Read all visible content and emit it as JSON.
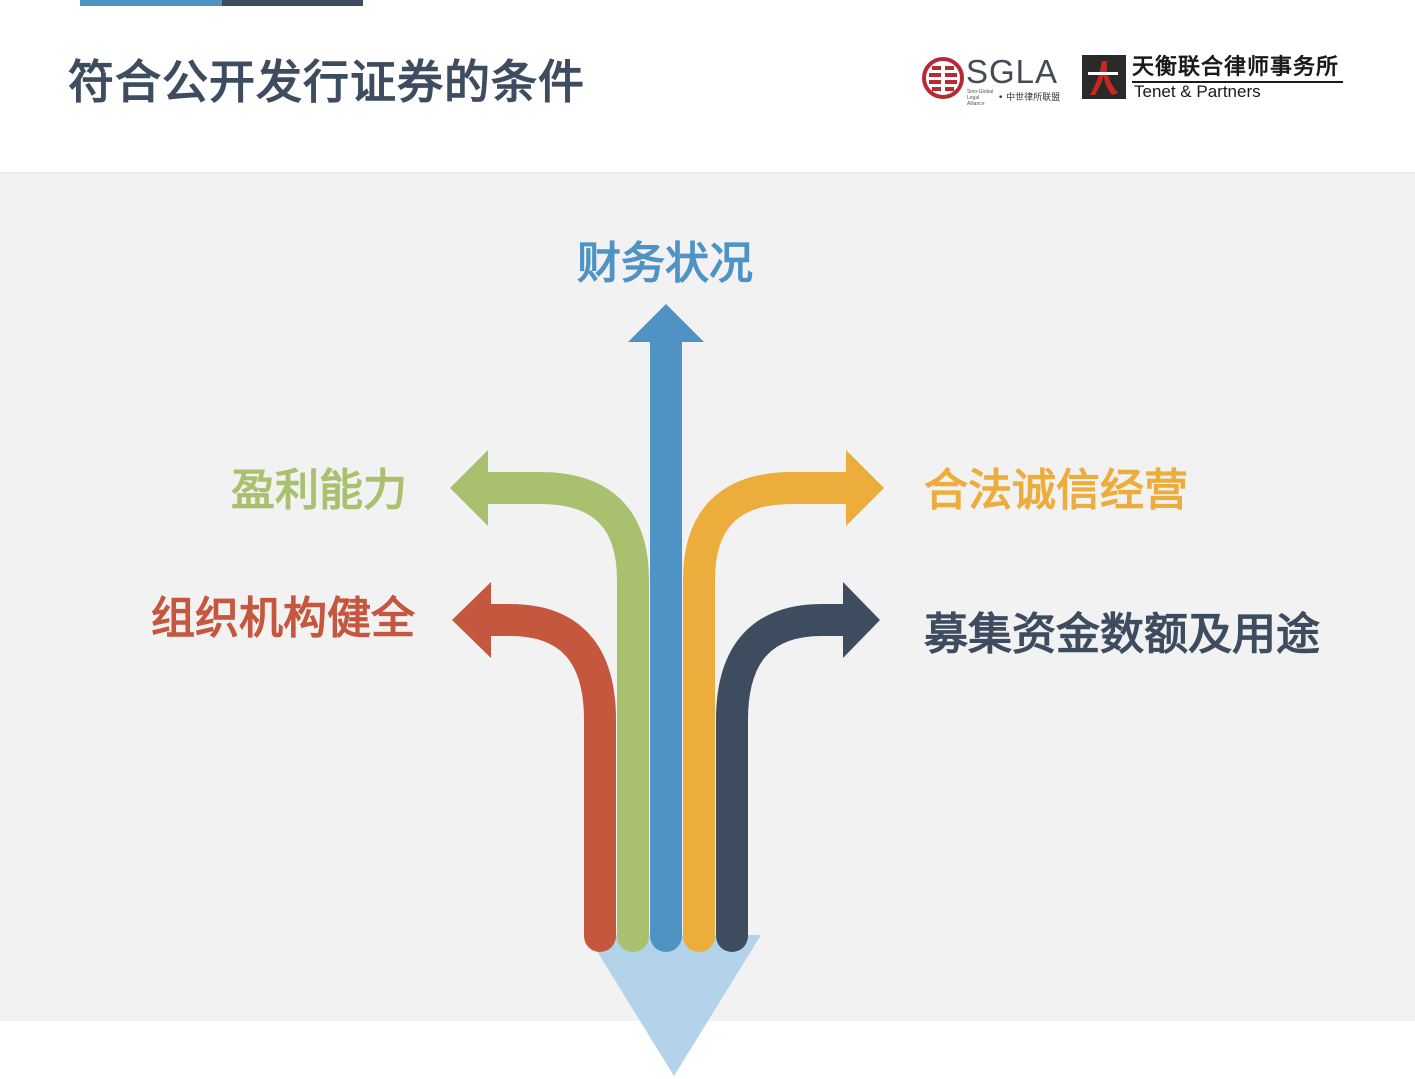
{
  "header": {
    "title": "符合公开发行证券的条件",
    "accent_colors": [
      "#4f93c4",
      "#3d4c5f"
    ]
  },
  "logos": {
    "sgla": {
      "name": "SGLA",
      "sub_en": "Sino-Global Legal Alliance",
      "sub_cn": "• 中世律所联盟",
      "color": "#b52a35"
    },
    "tenet": {
      "name_cn": "天衡联合律师事务所",
      "name_en": "Tenet & Partners",
      "mark_color": "#c8281e"
    }
  },
  "diagram": {
    "items": [
      {
        "label": "财务状况",
        "direction": "up",
        "color": "#4f93c4"
      },
      {
        "label": "盈利能力",
        "direction": "left",
        "color": "#a9c16f"
      },
      {
        "label": "组织机构健全",
        "direction": "left",
        "color": "#c4573e"
      },
      {
        "label": "合法诚信经营",
        "direction": "right",
        "color": "#ecad3d"
      },
      {
        "label": "募集资金数额及用途",
        "direction": "right",
        "color": "#3d4c5f"
      }
    ],
    "pencil_tip_color": "#b2d3ea"
  }
}
